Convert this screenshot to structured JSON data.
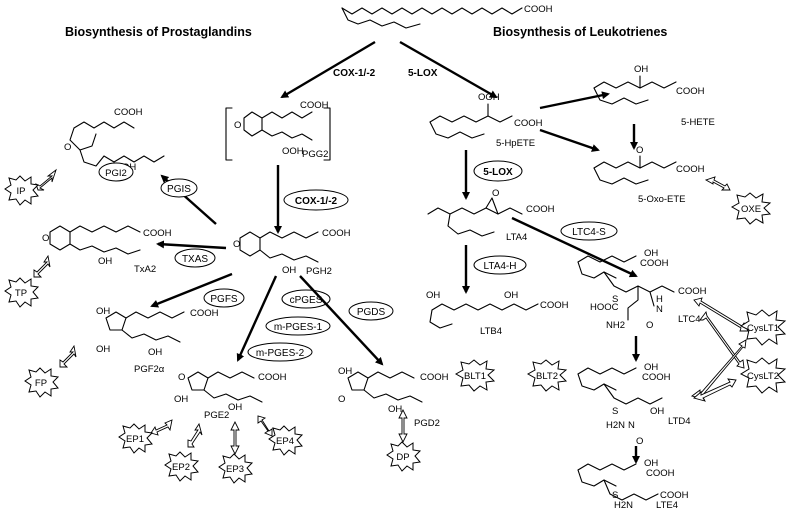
{
  "titles": {
    "left": "Biosynthesis of Prostaglandins",
    "right": "Biosynthesis of Leukotrienes"
  },
  "enzymes": {
    "cox_top": "COX-1/-2",
    "lox_top": "5-LOX",
    "cox_oval": "COX-1/-2",
    "lox_oval": "5-LOX",
    "pgis": "PGIS",
    "txas": "TXAS",
    "pgfs": "PGFS",
    "cpges": "cPGES",
    "mpges1": "m-PGES-1",
    "mpges2": "m-PGES-2",
    "pgds": "PGDS",
    "lta4h": "LTA4-H",
    "ltc4s": "LTC4-S"
  },
  "compounds": {
    "aa_cooh": "COOH",
    "pgg2": "PGG2",
    "pgh2": "PGH2",
    "pgi2": "PGI2",
    "txa2": "TxA2",
    "pgf2a": "PGF2α",
    "pge2": "PGE2",
    "pgd2": "PGD2",
    "hpete": "5-HpETE",
    "hete": "5-HETE",
    "oxoete": "5-Oxo-ETE",
    "lta4": "LTA4",
    "ltb4": "LTB4",
    "ltc4": "LTC4",
    "ltd4": "LTD4",
    "lte4": "LTE4"
  },
  "receptors": {
    "ip": "IP",
    "tp": "TP",
    "fp": "FP",
    "ep1": "EP1",
    "ep2": "EP2",
    "ep3": "EP3",
    "ep4": "EP4",
    "dp": "DP",
    "oxe": "OXE",
    "blt1": "BLT1",
    "blt2": "BLT2",
    "cyslt1": "CysLT1",
    "cyslt2": "CysLT2"
  },
  "atoms": {
    "cooh": "COOH",
    "oh": "OH",
    "ooh": "OOH",
    "o": "O",
    "s": "S",
    "h": "H",
    "n": "N",
    "nh2": "NH2",
    "hooc": "HOOC",
    "h2n": "H2N"
  }
}
